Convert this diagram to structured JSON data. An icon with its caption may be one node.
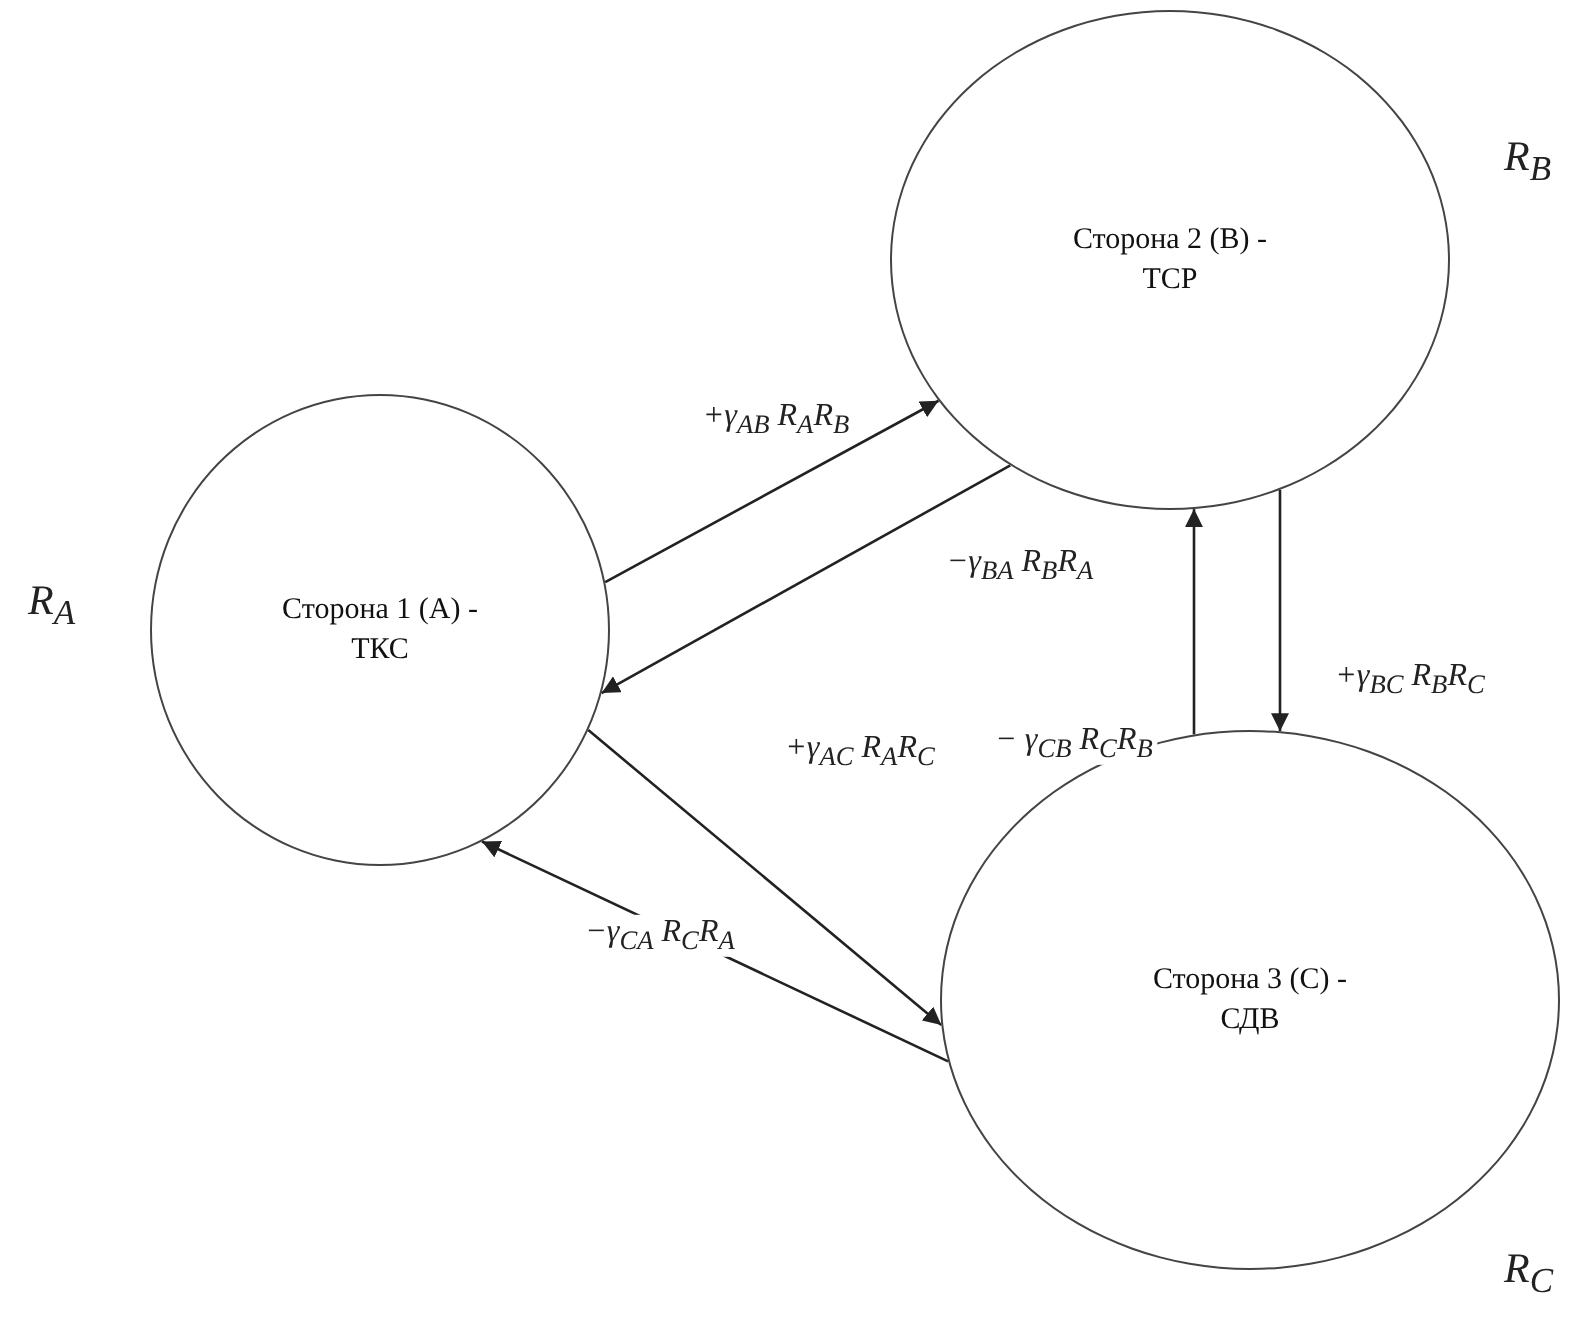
{
  "diagram": {
    "nodes": [
      {
        "text": [
          "Сторона 1 (A) - ТКС"
        ],
        "beside": [
          "R$_{A}$"
        ]
      },
      {
        "text": [
          "Сторона 2 (B) - ТСР"
        ],
        "beside": [
          "R$_{B}$"
        ]
      },
      {
        "text": [
          "Сторона 3 (C) - СДВ"
        ],
        "beside": [
          "R$_{C}$"
        ]
      }
    ],
    "edges": [
      {
        "from": 0,
        "to": 1,
        "arrow": "to",
        "label": "+γ$_{AB}$ R$_{A}$R$_{B}$"
      },
      {
        "from": 1,
        "to": 0,
        "arrow": "to",
        "label": "−γ$_{BA}$ R$_{B}$R$_{A}$"
      },
      {
        "from": 2,
        "to": 1,
        "arrow": "to",
        "label": "− γ$_{CB}$ R$_{C}$R$_{B}$"
      },
      {
        "from": 1,
        "to": 2,
        "arrow": "to",
        "label": "+γ$_{BC}$ R$_{B}$R$_{C}$"
      },
      {
        "from": 0,
        "to": 2,
        "arrow": "to",
        "label": "+γ$_{AC}$ R$_{A}$R$_{C}$"
      },
      {
        "from": 2,
        "to": 0,
        "arrow": "to",
        "label": "−γ$_{CA}$ R$_{C}$R$_{A}$"
      }
    ]
  }
}
